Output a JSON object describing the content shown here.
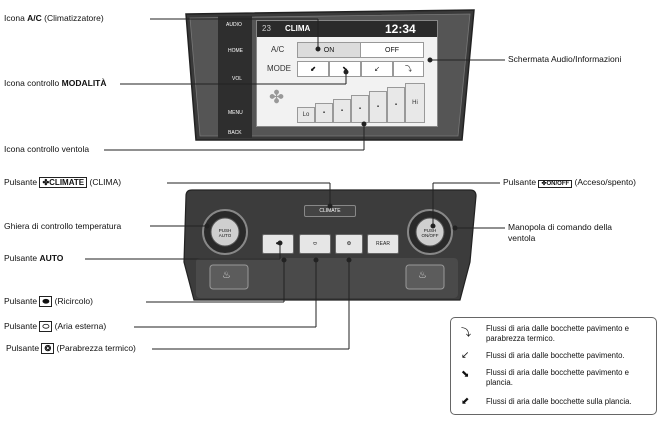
{
  "callouts": {
    "ac_icon": {
      "prefix": "Icona ",
      "bold": "A/C",
      "suffix": " (Climatizzatore)"
    },
    "mode_icon": {
      "prefix": "Icona controllo ",
      "bold": "MODALITÀ",
      "suffix": ""
    },
    "fan_icon": {
      "text": "Icona controllo ventola"
    },
    "audio_screen": {
      "text": "Schermata Audio/Informazioni"
    },
    "climate_button": {
      "prefix": "Pulsante ",
      "key": "CLIMATE",
      "suffix": " (CLIMA)"
    },
    "temp_dial": {
      "text": "Ghiera di controllo temperatura"
    },
    "auto_button": {
      "prefix": "Pulsante ",
      "bold": "AUTO"
    },
    "recirc_button": {
      "prefix": "Pulsante ",
      "suffix": " (Ricircolo)"
    },
    "fresh_button": {
      "prefix": "Pulsante ",
      "suffix": " (Aria esterna)"
    },
    "defrost_button": {
      "prefix": "Pulsante ",
      "suffix": " (Parabrezza termico)"
    },
    "onoff_button": {
      "prefix": "Pulsante ",
      "key_top": "ON/",
      "key_bot": "OFF",
      "suffix": " (Acceso/spento)"
    },
    "fan_knob": {
      "line1": "Manopola di comando della",
      "line2": "ventola"
    }
  },
  "screen": {
    "temp": "23",
    "title": "CLIMA",
    "clock": "12:34",
    "ac_label": "A/C",
    "ac_on": "ON",
    "ac_off": "OFF",
    "mode_label": "MODE",
    "fan_lo": "Lo",
    "fan_hi": "Hi"
  },
  "head_unit_buttons": {
    "audio": "AUDIO",
    "home": "HOME",
    "vol": "VOL",
    "menu": "MENU",
    "back": "BACK"
  },
  "panel": {
    "climate_label": "CLIMATE",
    "auto_left": "PUSH AUTO",
    "onoff_right": "PUSH ON/OFF",
    "rear": "REAR"
  },
  "legend": {
    "items": [
      {
        "icon": "floor-defrost-icon",
        "text": "Flussi di aria dalle bocchette pavimento e parabrezza termico."
      },
      {
        "icon": "floor-icon",
        "text": "Flussi di aria dalle bocchette pavimento."
      },
      {
        "icon": "floor-dash-icon",
        "text": "Flussi di aria dalle bocchette pavimento e plancia."
      },
      {
        "icon": "dash-icon",
        "text": "Flussi di aria dalle bocchette sulla plancia."
      }
    ]
  }
}
